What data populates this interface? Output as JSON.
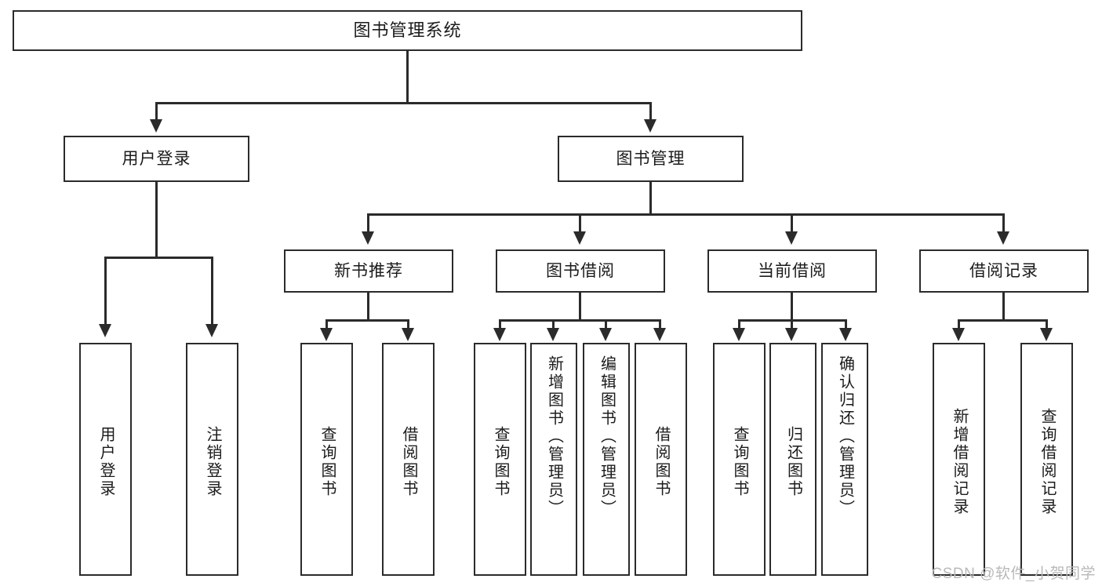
{
  "diagram": {
    "title": "图书管理系统",
    "colors": {
      "stroke": "#2b2b2b",
      "fill": "#ffffff",
      "text": "#1b1b1b",
      "watermark": "#b9b9b9"
    },
    "root": {
      "label": "图书管理系统"
    },
    "level2": [
      {
        "label": "用户登录"
      },
      {
        "label": "图书管理"
      }
    ],
    "level3": [
      {
        "label": "新书推荐"
      },
      {
        "label": "图书借阅"
      },
      {
        "label": "当前借阅"
      },
      {
        "label": "借阅记录"
      }
    ],
    "leaves": {
      "user_login": [
        {
          "label": "用户登录"
        },
        {
          "label": "注销登录"
        }
      ],
      "new_book_recommend": [
        {
          "label": "查询图书"
        },
        {
          "label": "借阅图书"
        }
      ],
      "book_borrow": [
        {
          "label": "查询图书"
        },
        {
          "label": "新增图书（管理员）"
        },
        {
          "label": "编辑图书（管理员）"
        },
        {
          "label": "借阅图书"
        }
      ],
      "current_borrow": [
        {
          "label": "查询图书"
        },
        {
          "label": "归还图书"
        },
        {
          "label": "确认归还（管理员）"
        }
      ],
      "borrow_record": [
        {
          "label": "新增借阅记录"
        },
        {
          "label": "查询借阅记录"
        }
      ]
    }
  },
  "watermark": {
    "text": "CSDN @软件_小贺同学"
  }
}
